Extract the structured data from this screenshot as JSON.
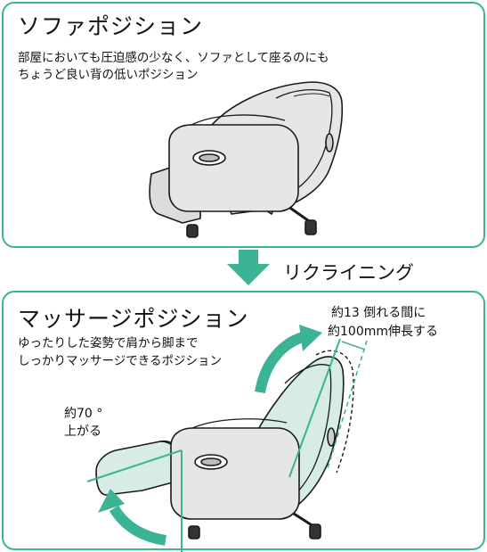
{
  "sofa": {
    "title": "ソファポジション",
    "desc_line1": "部屋においても圧迫感の少なく、ソファとして座るのにも",
    "desc_line2": "ちょうど良い背の低いポジション"
  },
  "recline": {
    "label": "リクライニング"
  },
  "massage": {
    "title": "マッサージポジション",
    "desc_line1": "ゆったりした姿勢で肩から脚まで",
    "desc_line2": "しっかりマッサージできるポジション",
    "back_note_line1": "約13 倒れる間に",
    "back_note_line2": "約100mm伸長する",
    "leg_note_line1": "約70 °",
    "leg_note_line2": "上がる"
  },
  "colors": {
    "accent": "#3cb394",
    "chair_fill": "#e6e6e6",
    "chair_fill_alt": "#d6ece4",
    "outline": "#1a1a1a"
  }
}
